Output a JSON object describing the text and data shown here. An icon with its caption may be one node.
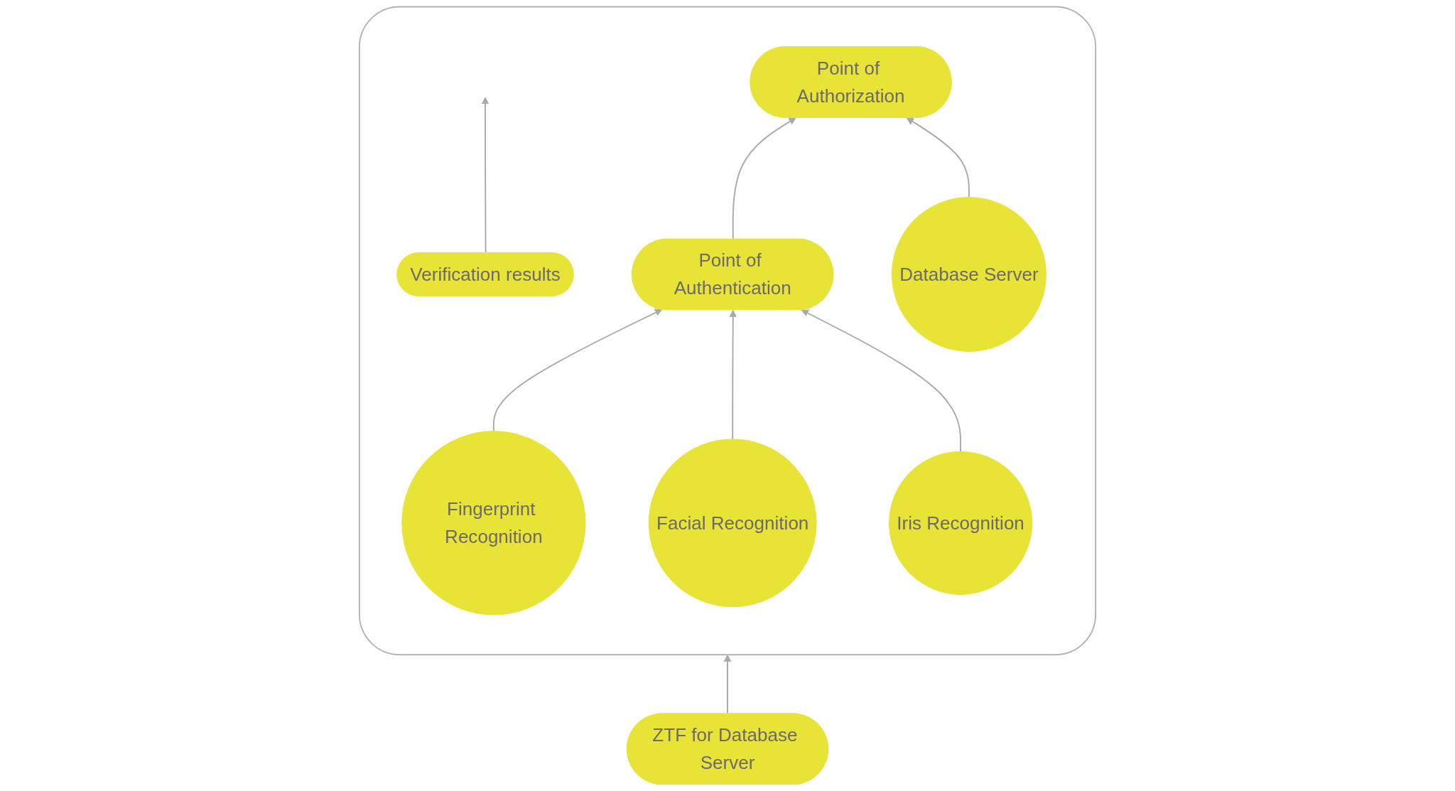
{
  "diagram": {
    "nodes": [
      {
        "text": [],
        "shape": "box"
      },
      {
        "text": [
          "Verification results"
        ],
        "in": 0
      },
      {
        "text": [
          "Point of Authentication"
        ],
        "in": 0
      },
      {
        "text": [
          "Point of Authorization"
        ],
        "in": 0
      },
      {
        "text": [
          "Fingerprint Recognition"
        ],
        "in": 0
      },
      {
        "text": [
          "Facial Recognition"
        ],
        "in": 0
      },
      {
        "text": [
          "Iris Recognition"
        ],
        "in": 0
      },
      {
        "text": [
          "Database Server"
        ],
        "in": 0
      },
      {
        "text": [
          "ZTF for Database Server"
        ]
      }
    ],
    "edges": [
      {
        "from": 1,
        "to": null,
        "arrow": "to"
      },
      {
        "from": 2,
        "to": 3,
        "arrow": "to"
      },
      {
        "from": 4,
        "to": 2,
        "arrow": "to"
      },
      {
        "from": 5,
        "to": 2,
        "arrow": "to"
      },
      {
        "from": 6,
        "to": 2,
        "arrow": "to"
      },
      {
        "from": 7,
        "to": 3,
        "arrow": "to"
      },
      {
        "from": 8,
        "to": 0,
        "arrow": "to"
      }
    ]
  }
}
